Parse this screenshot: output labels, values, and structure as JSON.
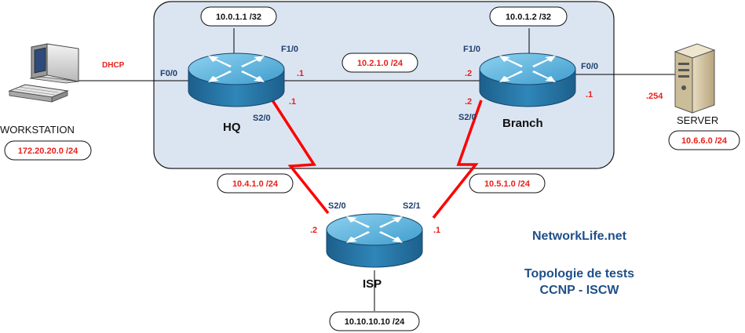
{
  "routers": {
    "hq": {
      "name": "HQ",
      "loopback": "10.0.1.1 /32",
      "f10": "F1/0",
      "f00": "F0/0",
      "s20": "S2/0",
      "f10_host": ".1",
      "s20_host": ".1"
    },
    "branch": {
      "name": "Branch",
      "loopback": "10.0.1.2 /32",
      "f10": "F1/0",
      "f00": "F0/0",
      "s20": "S2/0",
      "f10_host": ".2",
      "s20_host": ".2",
      "f00_host": ".1"
    },
    "isp": {
      "name": "ISP",
      "loopback": "10.10.10.10 /24",
      "s20": "S2/0",
      "s21": "S2/1",
      "s20_host": ".2",
      "s21_host": ".1"
    }
  },
  "networks": {
    "hq_branch": "10.2.1.0 /24",
    "hq_isp": "10.4.1.0 /24",
    "branch_isp": "10.5.1.0 /24"
  },
  "workstation": {
    "label": "WORKSTATION",
    "network": "172.20.20.0 /24",
    "dhcp": "DHCP"
  },
  "server": {
    "label": "SERVER",
    "network": "10.6.6.0 /24",
    "host": ".254"
  },
  "branding": {
    "site": "NetworkLife.net",
    "title_line1": "Topologie de tests",
    "title_line2": "CCNP - ISCW"
  },
  "colors": {
    "area_fill": "#dbe5f2",
    "router_body": "#2d80b0",
    "router_top": "#5fb4dc",
    "serial_link": "#ff0000",
    "label_red": "#e8211b",
    "label_blue": "#1f3f6e"
  }
}
